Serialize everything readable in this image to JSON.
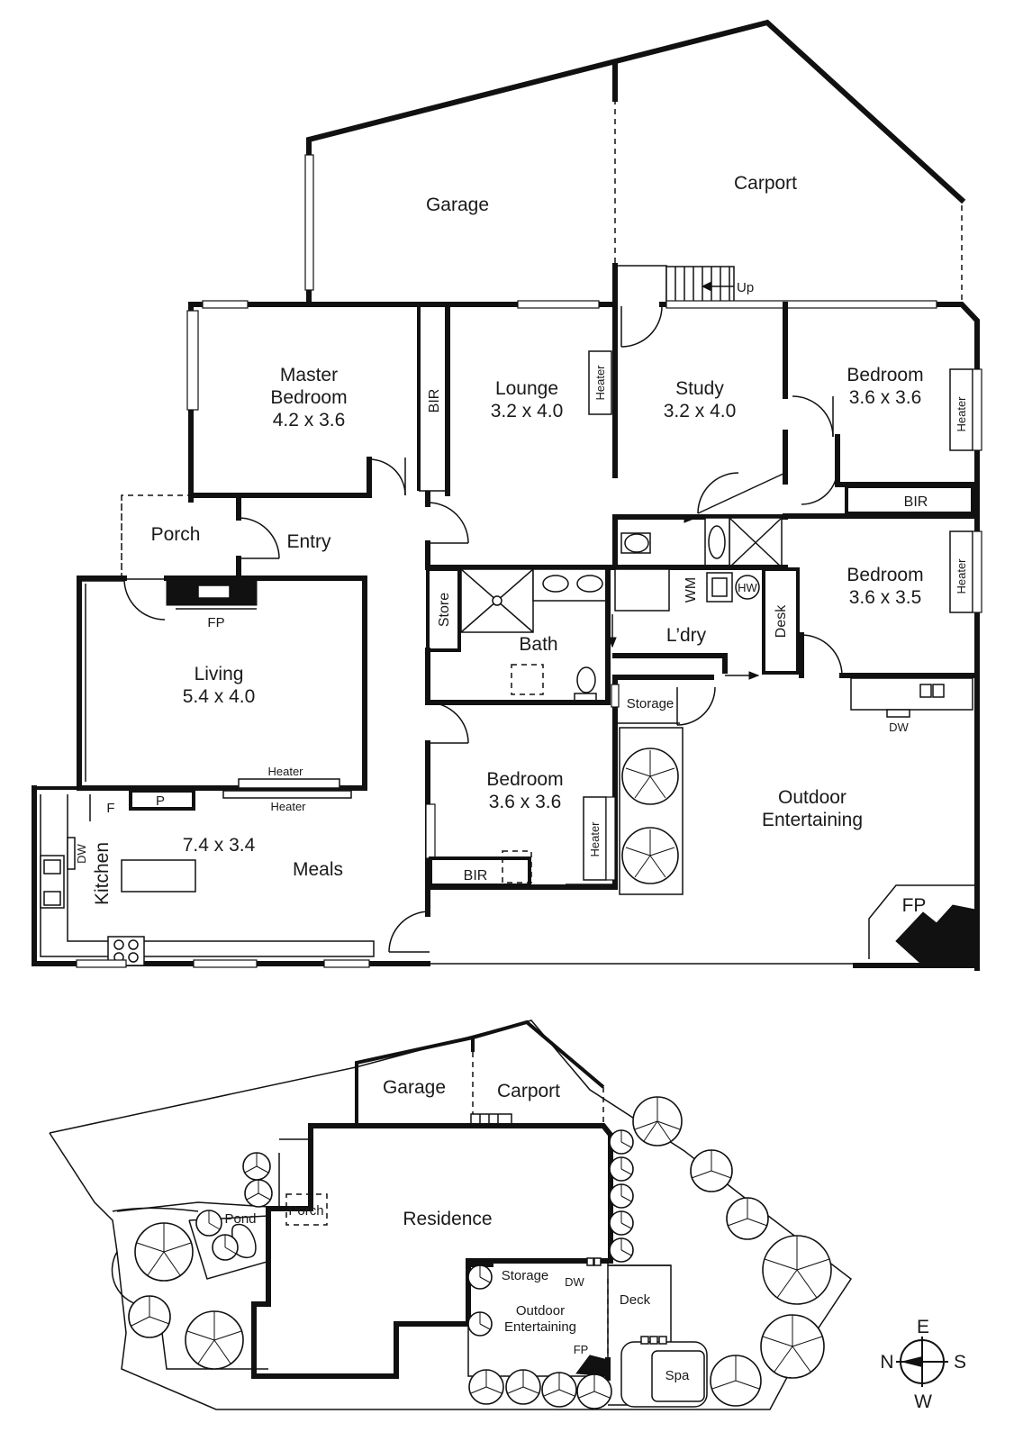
{
  "floor_plan": {
    "rooms": {
      "garage": "Garage",
      "carport": "Carport",
      "up": "Up",
      "master_name_1": "Master",
      "master_name_2": "Bedroom",
      "master_size": "4.2 x 3.6",
      "bir_master": "BIR",
      "lounge_name": "Lounge",
      "lounge_size": "3.2 x 4.0",
      "heater_lounge": "Heater",
      "study_name": "Study",
      "study_size": "3.2 x 4.0",
      "bed_ne_name": "Bedroom",
      "bed_ne_size": "3.6 x 3.6",
      "heater_bed_ne": "Heater",
      "bir_east": "BIR",
      "bed_se_name": "Bedroom",
      "bed_se_size": "3.6 x 3.5",
      "heater_bed_se": "Heater",
      "porch": "Porch",
      "entry": "Entry",
      "fp_living": "FP",
      "living_name": "Living",
      "living_size": "5.4 x 4.0",
      "heater_living": "Heater",
      "heater_meals": "Heater",
      "store": "Store",
      "bath": "Bath",
      "wm": "WM",
      "hw": "HW",
      "laundry": "L’dry",
      "desk": "Desk",
      "storage": "Storage",
      "dw_outdoor": "DW",
      "outdoor_1": "Outdoor",
      "outdoor_2": "Entertaining",
      "bed_s_name": "Bedroom",
      "bed_s_size": "3.6 x 3.6",
      "heater_bed_s": "Heater",
      "bir_south": "BIR",
      "f": "F",
      "p": "P",
      "kitchen_size": "7.4 x 3.4",
      "meals": "Meals",
      "kitchen": "Kitchen",
      "dw_kitchen": "DW",
      "fp_outdoor": "FP"
    }
  },
  "site_plan": {
    "garage": "Garage",
    "carport": "Carport",
    "residence": "Residence",
    "porch": "Porch",
    "pond": "Pond",
    "storage": "Storage",
    "dw": "DW",
    "outdoor_1": "Outdoor",
    "outdoor_2": "Entertaining",
    "deck": "Deck",
    "fp": "FP",
    "spa": "Spa"
  },
  "compass": {
    "n": "N",
    "e": "E",
    "s": "S",
    "w": "W"
  }
}
